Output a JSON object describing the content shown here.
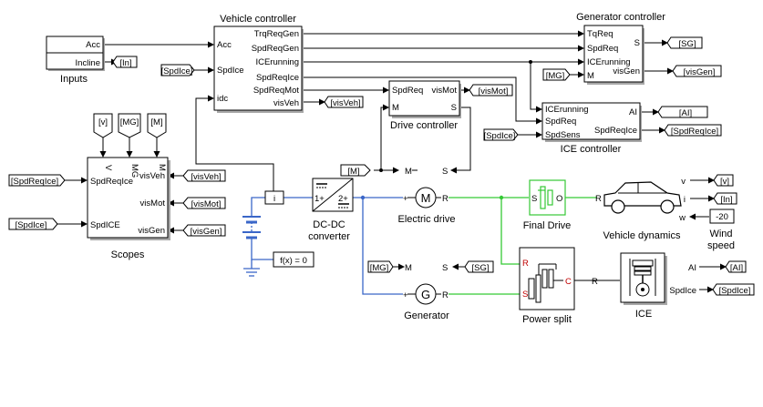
{
  "blocks": {
    "inputs": {
      "title": "Inputs",
      "ports": [
        "Acc",
        "Incline"
      ]
    },
    "vehicle_controller": {
      "title": "Vehicle controller",
      "in_ports": [
        "Acc",
        "SpdIce",
        "idc"
      ],
      "out_ports": [
        "TrqReqGen",
        "SpdReqGen",
        "ICErunning",
        "SpdReqIce",
        "SpdReqMot",
        "visVeh"
      ]
    },
    "generator_controller": {
      "title": "Generator controller",
      "in_ports": [
        "TqReq",
        "SpdReq",
        "ICErunning",
        "M"
      ],
      "out_ports": [
        "S",
        "visGen"
      ]
    },
    "drive_controller": {
      "title": "Drive controller",
      "in_ports": [
        "SpdReq",
        "M"
      ],
      "out_ports": [
        "visMot",
        "S"
      ]
    },
    "ice_controller": {
      "title": "ICE controller",
      "in_ports": [
        "ICErunning",
        "SpdReq",
        "SpdSens"
      ],
      "out_ports": [
        "AI",
        "SpdReqIce"
      ]
    },
    "scopes": {
      "title": "Scopes",
      "in_ports": [
        "SpdReqIce",
        "SpdICE",
        "visVeh",
        "visMot",
        "visGen"
      ],
      "top_ports": [
        "V",
        "MG",
        "M"
      ]
    },
    "dcdc": {
      "title_line1": "DC-DC",
      "title_line2": "converter",
      "port_neg": "1+",
      "port_pos": "2+"
    },
    "current_sensor": {
      "label": "i"
    },
    "fx": {
      "label": "f(x) = 0"
    },
    "electric_drive": {
      "title": "Electric drive",
      "port_plus": "+",
      "port_r": "R",
      "port_m": "M",
      "port_s": "S",
      "symbol": "M"
    },
    "generator": {
      "title": "Generator",
      "port_plus": "+",
      "port_r": "R",
      "port_m": "M",
      "port_s": "S",
      "symbol": "G"
    },
    "final_drive": {
      "title": "Final Drive",
      "port_s": "S",
      "port_o": "O"
    },
    "vehicle_dynamics": {
      "title": "Vehicle dynamics",
      "port_r": "R",
      "ports": [
        "v",
        "i",
        "w"
      ]
    },
    "power_split": {
      "title": "Power split",
      "port_r": "R",
      "port_s": "S",
      "port_c": "C"
    },
    "ice": {
      "title": "ICE",
      "port_r": "R",
      "ports": [
        "AI",
        "SpdIce"
      ]
    },
    "wind_speed": {
      "value": "-20",
      "title_line1": "Wind",
      "title_line2": "speed"
    }
  },
  "tags": {
    "in_outputs": "[In]",
    "spdice_vc": "[SpdIce]",
    "visveh_vc": "[visVeh]",
    "sg_gc": "[SG]",
    "visgen_gc": "[visGen]",
    "mg_gc": "[MG]",
    "vismot_dc": "[visMot]",
    "ai_ice": "[AI]",
    "spdreqice_ice": "[SpdReqIce]",
    "spdice_ice": "[SpdIce]",
    "scope_v": "[v]",
    "scope_mg": "[MG]",
    "scope_m": "[M]",
    "scope_spdreqice": "[SpdReqIce]",
    "scope_spdice": "[SpdIce]",
    "scope_visveh": "[visVeh]",
    "scope_vismot": "[visMot]",
    "scope_visgen": "[visGen]",
    "m_drive": "[M]",
    "mg_gen": "[MG]",
    "sg_gen": "[SG]",
    "vd_v": "[v]",
    "vd_in": "[In]",
    "ice_ai": "[AI]",
    "ice_spdice": "[SpdIce]"
  },
  "colors": {
    "electrical": "#3a66c8",
    "mechanical": "#35c935",
    "signal": "#000000",
    "port_red": "#c00000"
  }
}
